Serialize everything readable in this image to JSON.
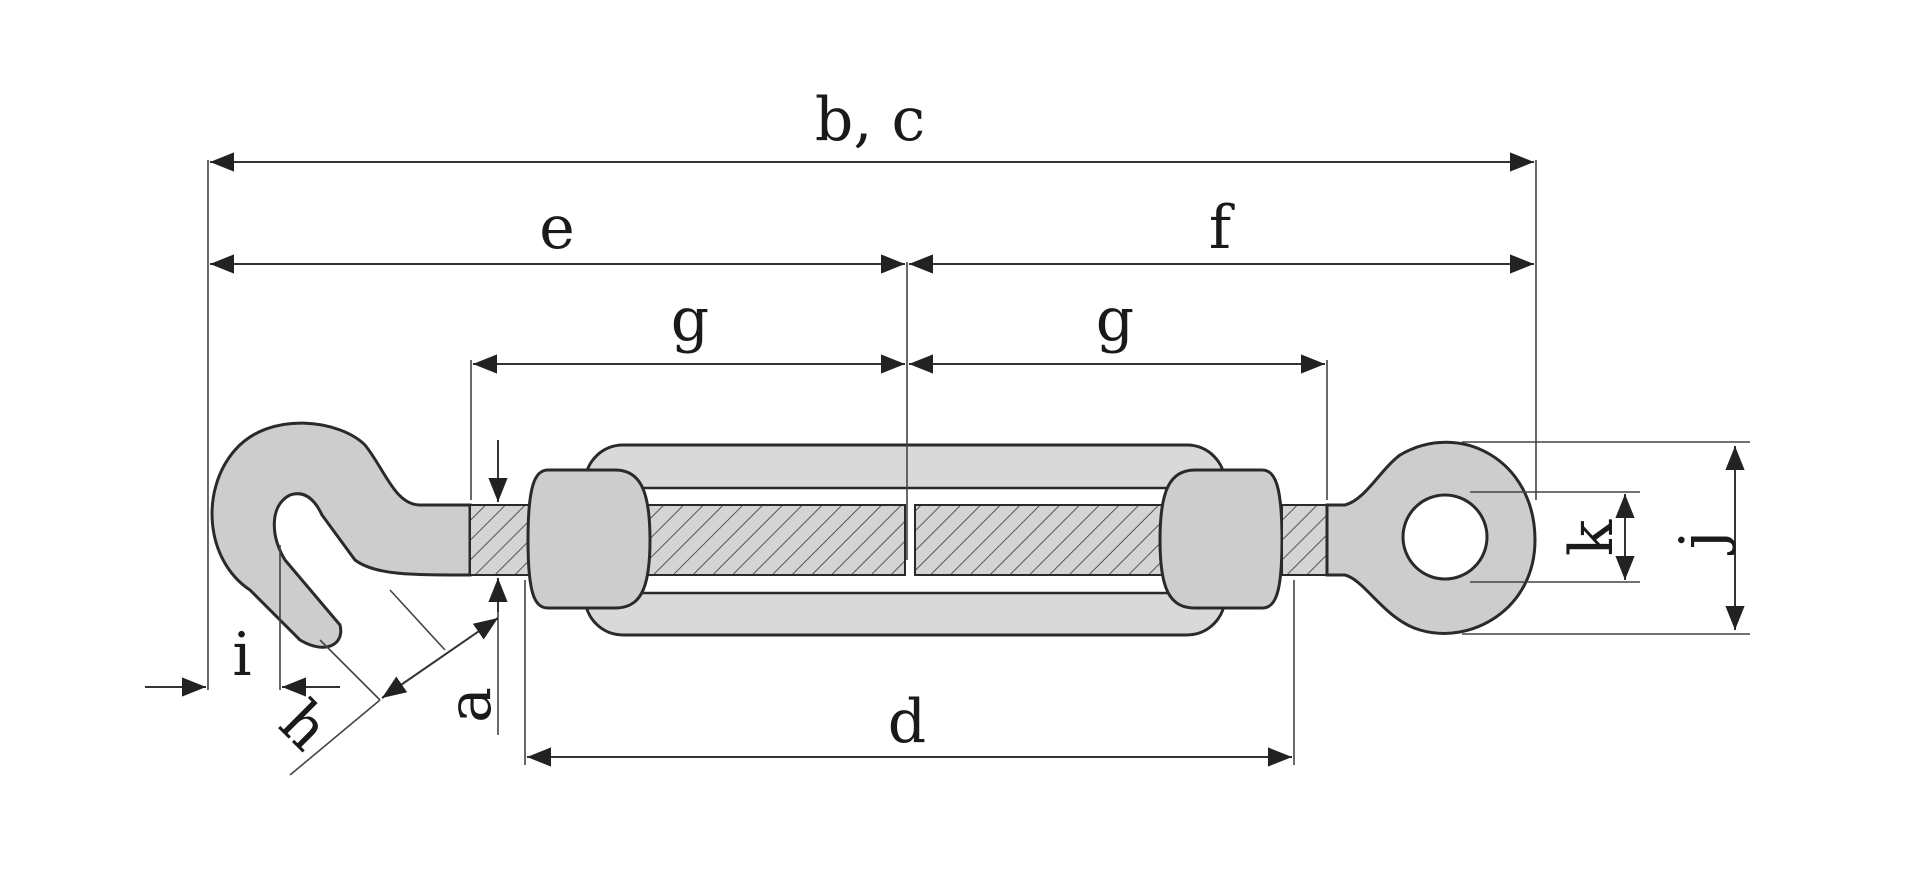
{
  "labels": {
    "bc": "b, c",
    "e": "e",
    "f": "f",
    "g_left": "g",
    "g_right": "g",
    "d": "d",
    "a": "a",
    "h": "h",
    "i": "i",
    "j": "j",
    "k": "k"
  },
  "colors": {
    "line": "#333333",
    "metal": "#cdcdcd",
    "outline": "#2a2a2a"
  }
}
